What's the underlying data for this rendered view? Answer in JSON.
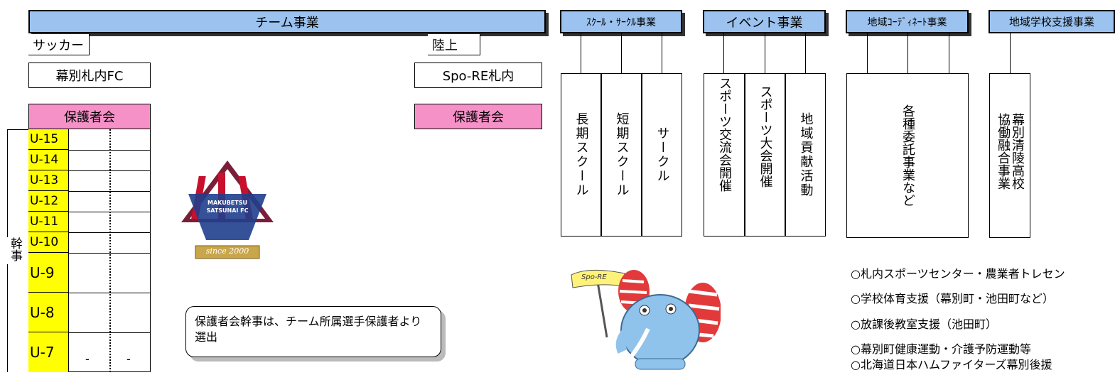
{
  "team": {
    "title": "チーム事業",
    "soccer": "サッカー",
    "track": "陸上",
    "club1": "幕別札内FC",
    "club2": "Spo-RE札内",
    "guardian1": "保護者会",
    "guardian2": "保護者会",
    "officer": "幹事",
    "ages": [
      "U-15",
      "U-14",
      "U-13",
      "U-12",
      "U-11",
      "U-10",
      "U-9",
      "U-8",
      "U-7"
    ],
    "u7_dash1": "-",
    "u7_dash2": "-",
    "logo_name": "MAKUBETSU SATSUNAI FC",
    "logo_since": "since 2000",
    "note": "保護者会幹事は、チーム所属選手保護者より選出"
  },
  "school": {
    "title": "ｽｸｰﾙ・ｻｰｸﾙ事業",
    "items": [
      "長期スクール",
      "短期スクール",
      "サークル"
    ]
  },
  "event": {
    "title": "イベント事業",
    "items": [
      "スポーツ交流会開催",
      "スポーツ大会開催",
      "地域貢献活動"
    ]
  },
  "coord": {
    "title": "地域ｺｰﾃﾞｨﾈｰﾄ事業",
    "item": "各種委託事業など"
  },
  "support": {
    "title": "地域学校支援事業",
    "item": "幕別清陵高校協働融合事業"
  },
  "activities": [
    "○札内スポーツセンター・農業者トレセン",
    "○学校体育支援（幕別町・池田町など）",
    "○放課後教室支援（池田町）",
    "○幕別町健康運動・介護予防運動等",
    "○北海道日本ハムファイターズ幕別後援"
  ],
  "mascot_flag": "Spo-RE"
}
